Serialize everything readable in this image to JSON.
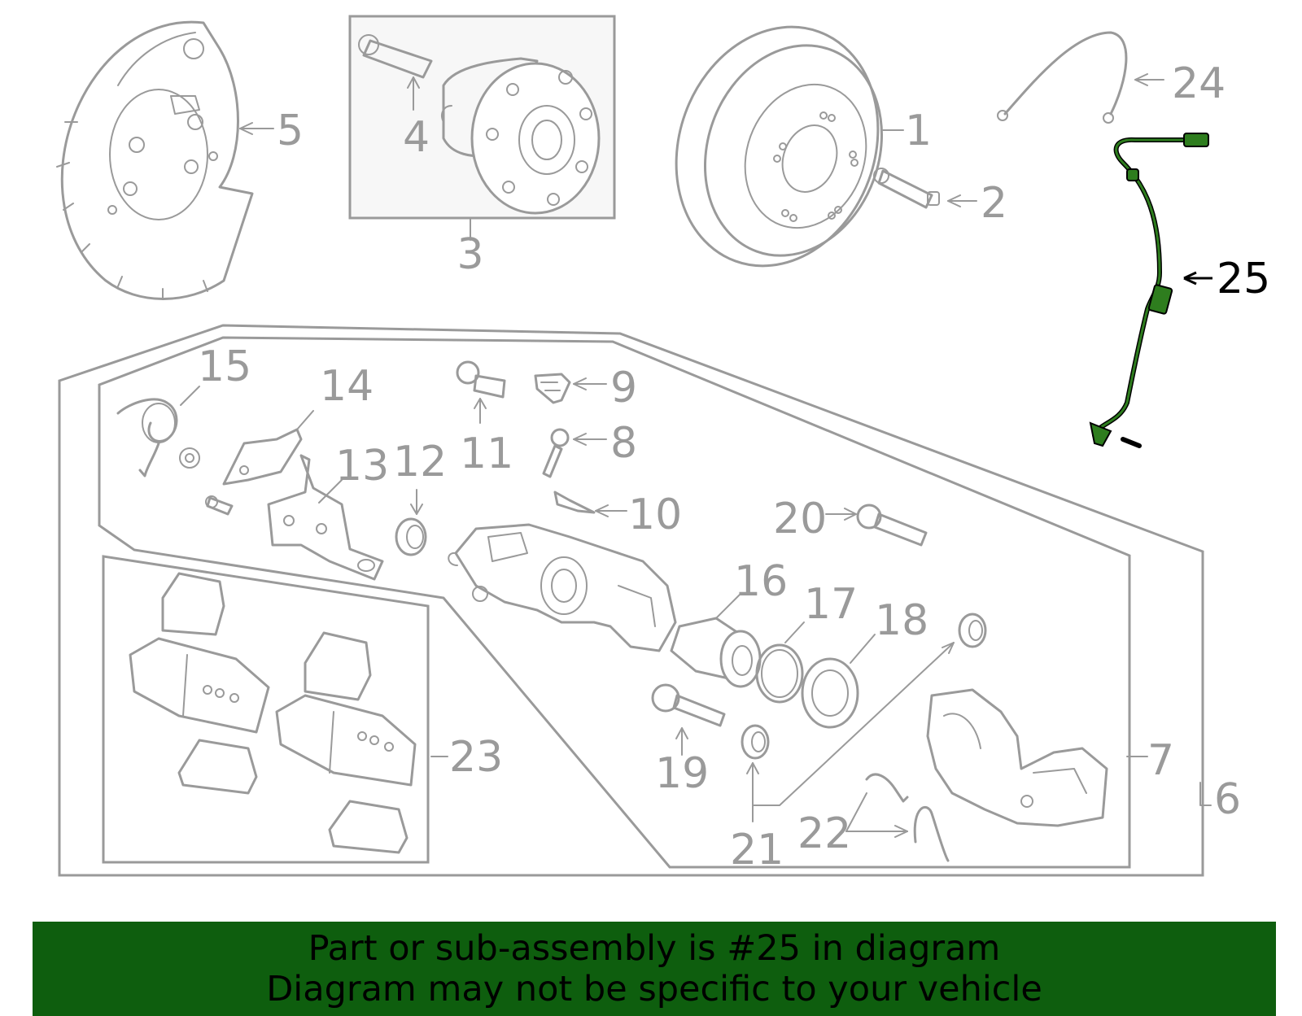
{
  "diagram": {
    "highlight_part": "25",
    "colors": {
      "outline": "#9a9a9a",
      "highlight_fill": "#2e7d1e",
      "banner_bg": "#0e5e0e",
      "banner_text": "#000000",
      "active_label": "#000000"
    },
    "callouts": {
      "p1": "1",
      "p2": "2",
      "p3": "3",
      "p4": "4",
      "p5": "5",
      "p6": "6",
      "p7": "7",
      "p8": "8",
      "p9": "9",
      "p10": "10",
      "p11": "11",
      "p12": "12",
      "p13": "13",
      "p14": "14",
      "p15": "15",
      "p16": "16",
      "p17": "17",
      "p18": "18",
      "p19": "19",
      "p20": "20",
      "p21": "21",
      "p22": "22",
      "p23": "23",
      "p24": "24",
      "p25": "25"
    }
  },
  "banner": {
    "line1": "Part or sub-assembly is #25 in diagram",
    "line2": "Diagram may not be specific to your vehicle"
  }
}
